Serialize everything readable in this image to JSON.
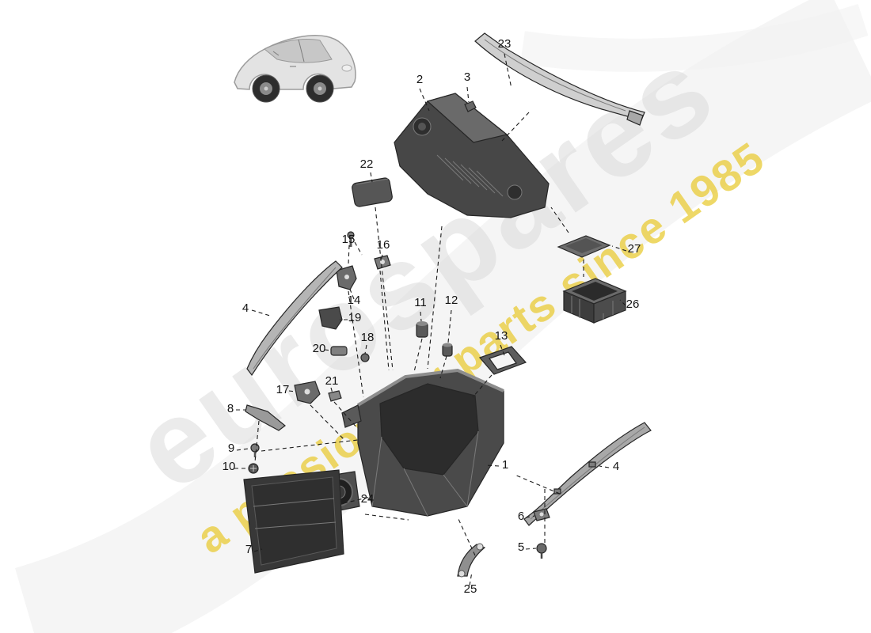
{
  "watermark": {
    "brand": "eurospares",
    "tagline": "a passion for parts since 1985"
  },
  "colors": {
    "watermark_gray": "#d4d4d4",
    "watermark_gold": "#e9cb35",
    "swoosh_gray": "#ededed",
    "part_dark": "#3f3f3f",
    "part_mid": "#5a5a5a",
    "part_light": "#b5b5b5",
    "leader_black": "#1c1c1c"
  },
  "callouts": {
    "n1": "1",
    "n2": "2",
    "n3": "3",
    "n4": "4",
    "n4b": "4",
    "n5": "5",
    "n6": "6",
    "n7": "7",
    "n8": "8",
    "n9": "9",
    "n10": "10",
    "n11": "11",
    "n12": "12",
    "n13": "13",
    "n14": "14",
    "n15": "15",
    "n16": "16",
    "n17": "17",
    "n18": "18",
    "n19": "19",
    "n20": "20",
    "n21": "21",
    "n22": "22",
    "n23": "23",
    "n24": "24",
    "n25": "25",
    "n26": "26",
    "n27": "27"
  }
}
